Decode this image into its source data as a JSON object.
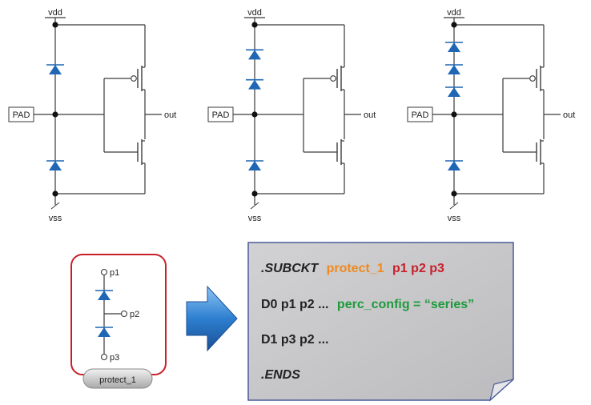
{
  "colors": {
    "wire": "#3a3a3a",
    "diode": "#1f67b4",
    "node": "#111111",
    "frame_border": "#c8202a",
    "arrow": "#2a78c8",
    "note_bg": "#c6c6c8",
    "note_border": "#4a5a9a",
    "kw": "#222222",
    "subckt_name": "#f08a1e",
    "ports": "#c8202a",
    "config": "#1e9a3c"
  },
  "circuits": [
    {
      "vdd_label": "vdd",
      "vss_label": "vss",
      "pad_label": "PAD",
      "out_label": "out",
      "top_diodes": 1
    },
    {
      "vdd_label": "vdd",
      "vss_label": "vss",
      "pad_label": "PAD",
      "out_label": "out",
      "top_diodes": 2
    },
    {
      "vdd_label": "vdd",
      "vss_label": "vss",
      "pad_label": "PAD",
      "out_label": "out",
      "top_diodes": 3
    }
  ],
  "symbol": {
    "pins": [
      "p1",
      "p2",
      "p3"
    ],
    "name": "protect_1"
  },
  "netlist": {
    "line1": {
      "kw": ".SUBCKT",
      "name": "protect_1",
      "ports": "p1 p2 p3"
    },
    "line2": {
      "text": "D0 p1 p2 ...",
      "config": "perc_config = “series”"
    },
    "line3": {
      "text": "D1 p3 p2 ..."
    },
    "line4": {
      "kw": ".ENDS"
    }
  }
}
